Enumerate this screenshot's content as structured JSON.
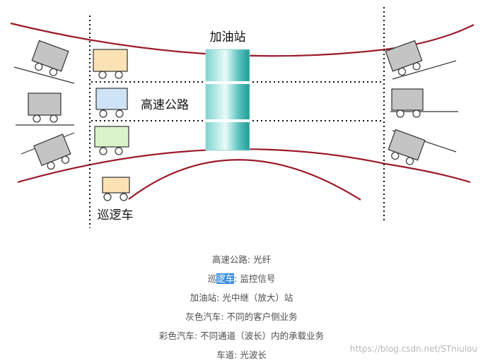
{
  "diagram": {
    "gas_station_label": "加油站",
    "highway_label": "高速公路",
    "patrol_car_label": "巡逻车"
  },
  "caption": {
    "line1": "高速公路: 光纤",
    "line2_prefix": "巡",
    "line2_highlight": "逻车",
    "line2_suffix": ": 监控信号",
    "line3": "加油站: 光中继（放大）站",
    "line4": "灰色汽车: 不同的客户侧业务",
    "line5": "彩色汽车: 不同通道（波长）内的承载业务",
    "line6": "车道: 光波长"
  },
  "watermark": "https://blog.csdn.net/STniulou",
  "colors": {
    "road_edge": "#9b1b2a",
    "station_teal": "#1e9b96",
    "car_orange": "#fbe2b5",
    "car_blue": "#cfe3f7",
    "car_green": "#daf3c9",
    "car_gray": "#c4c4c4",
    "highlight": "#3d8fe0"
  }
}
